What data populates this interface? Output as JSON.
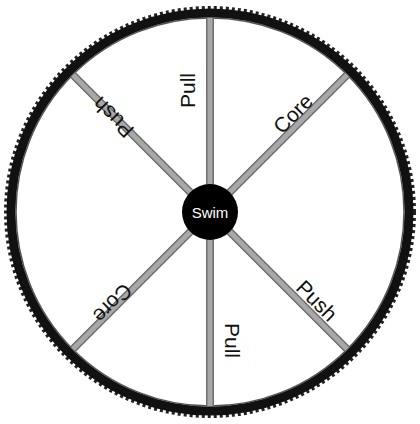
{
  "diagram": {
    "nodes": [
      {
        "text": [
          "Swim"
        ]
      }
    ],
    "labels": [
      "Pull",
      "Push",
      "Core",
      "Push",
      "Core",
      "Pull"
    ]
  }
}
